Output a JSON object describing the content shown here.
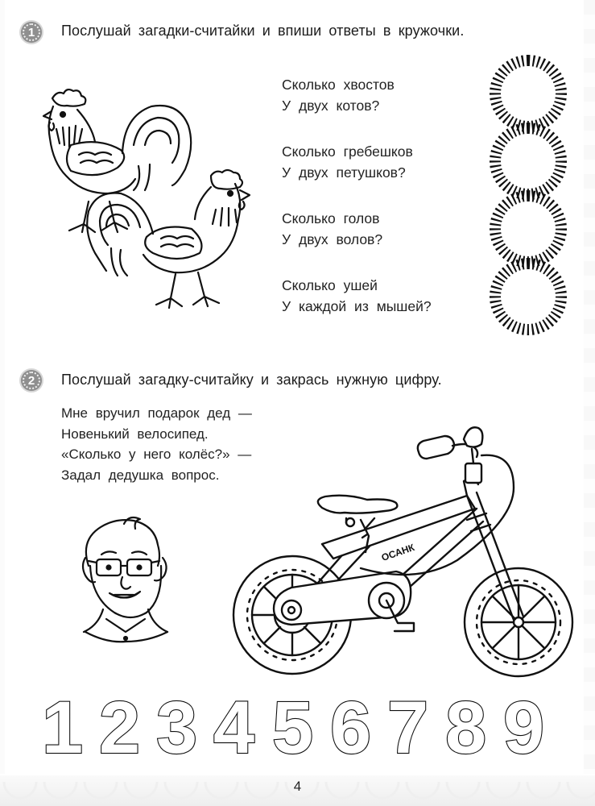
{
  "task1": {
    "number": "1",
    "title": "Послушай загадки-считайки и впиши ответы в кружочки.",
    "illustration": "two-roosters",
    "riddles": [
      {
        "line1": "Сколько хвостов",
        "line2": "У двух котов?",
        "answer": ""
      },
      {
        "line1": "Сколько гребешков",
        "line2": "У двух петушков?",
        "answer": ""
      },
      {
        "line1": "Сколько голов",
        "line2": "У двух волов?",
        "answer": ""
      },
      {
        "line1": "Сколько ушей",
        "line2": "У каждой из мышей?",
        "answer": ""
      }
    ]
  },
  "task2": {
    "number": "2",
    "title": "Послушай загадку-считайку и закрась нужную цифру.",
    "poem": [
      "Мне вручил подарок дед —",
      "Новенький велосипед.",
      "«Сколько у него колёс?» —",
      "Задал дедушка вопрос."
    ],
    "illustrations": [
      "grandfather-portrait",
      "bicycle"
    ],
    "bicycle_label": "ОСАНК",
    "digits": [
      "1",
      "2",
      "3",
      "4",
      "5",
      "6",
      "7",
      "8",
      "9"
    ]
  },
  "page_number": "4",
  "colors": {
    "text": "#1a1a1a",
    "badge": "#8f8f8f",
    "footer": "#eeeeee"
  }
}
